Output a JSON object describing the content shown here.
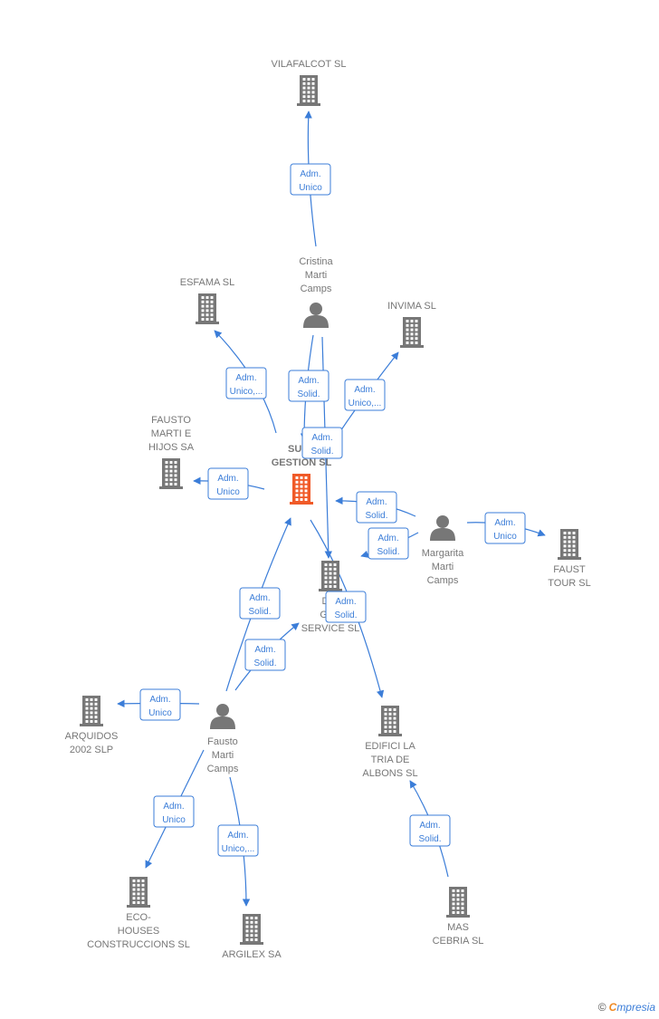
{
  "nodes": {
    "vilafalcot": {
      "lines": [
        "VILAFALCOT SL"
      ],
      "kind": "company",
      "color": "#777777"
    },
    "cristina": {
      "lines": [
        "Cristina",
        "Marti",
        "Camps"
      ],
      "kind": "person",
      "color": "#777777"
    },
    "esfama": {
      "lines": [
        "ESFAMA  SL"
      ],
      "kind": "company",
      "color": "#777777"
    },
    "invima": {
      "lines": [
        "INVIMA  SL"
      ],
      "kind": "company",
      "color": "#777777"
    },
    "fausto_hijos": {
      "lines": [
        "FAUSTO",
        "MARTI E",
        "HIJOS SA"
      ],
      "kind": "company",
      "color": "#777777"
    },
    "surf": {
      "lines": [
        "SURF",
        "GESTION  SL"
      ],
      "kind": "company",
      "color": "#f05a28"
    },
    "margarita": {
      "lines": [
        "Margarita",
        "Marti",
        "Camps"
      ],
      "kind": "person",
      "color": "#777777"
    },
    "faust_tour": {
      "lines": [
        "FAUST",
        "TOUR  SL"
      ],
      "kind": "company",
      "color": "#777777"
    },
    "dic": {
      "lines": [
        "DIC",
        "GLO",
        "SERVICE  SL"
      ],
      "kind": "company",
      "color": "#777777"
    },
    "arquidos": {
      "lines": [
        "ARQUIDOS",
        "2002 SLP"
      ],
      "kind": "company",
      "color": "#777777"
    },
    "fausto": {
      "lines": [
        "Fausto",
        "Marti",
        "Camps"
      ],
      "kind": "person",
      "color": "#777777"
    },
    "edifici": {
      "lines": [
        "EDIFICI LA",
        "TRIA DE",
        "ALBONS SL"
      ],
      "kind": "company",
      "color": "#777777"
    },
    "eco": {
      "lines": [
        "ECO-",
        "HOUSES",
        "CONSTRUCCIONS SL"
      ],
      "kind": "company",
      "color": "#777777"
    },
    "argilex": {
      "lines": [
        "ARGILEX SA"
      ],
      "kind": "company",
      "color": "#777777"
    },
    "mas_cebria": {
      "lines": [
        "MAS",
        "CEBRIA  SL"
      ],
      "kind": "company",
      "color": "#777777"
    }
  },
  "edges": [
    {
      "from": "cristina",
      "to": "vilafalcot",
      "role": [
        "Adm.",
        "Unico"
      ]
    },
    {
      "from": "surf",
      "to": "esfama",
      "role": [
        "Adm.",
        "Unico,..."
      ]
    },
    {
      "from": "cristina",
      "to": "surf",
      "role": [
        "Adm.",
        "Solid."
      ]
    },
    {
      "from": "surf",
      "to": "invima",
      "role": [
        "Adm.",
        "Unico,..."
      ]
    },
    {
      "from": "cristina",
      "to": "dic",
      "role": [
        "Adm.",
        "Solid."
      ]
    },
    {
      "from": "surf",
      "to": "fausto_hijos",
      "role": [
        "Adm.",
        "Unico"
      ]
    },
    {
      "from": "margarita",
      "to": "surf",
      "role": [
        "Adm.",
        "Solid."
      ]
    },
    {
      "from": "margarita",
      "to": "faust_tour",
      "role": [
        "Adm.",
        "Unico"
      ]
    },
    {
      "from": "margarita",
      "to": "dic",
      "role": [
        "Adm.",
        "Solid."
      ]
    },
    {
      "from": "surf",
      "to": "edifici",
      "role": [
        "Adm.",
        "Solid."
      ]
    },
    {
      "from": "fausto",
      "to": "surf",
      "role": [
        "Adm.",
        "Solid."
      ]
    },
    {
      "from": "fausto",
      "to": "dic",
      "role": [
        "Adm.",
        "Solid."
      ]
    },
    {
      "from": "fausto",
      "to": "arquidos",
      "role": [
        "Adm.",
        "Unico"
      ]
    },
    {
      "from": "fausto",
      "to": "eco",
      "role": [
        "Adm.",
        "Unico"
      ]
    },
    {
      "from": "fausto",
      "to": "argilex",
      "role": [
        "Adm.",
        "Unico,..."
      ]
    },
    {
      "from": "mas_cebria",
      "to": "edifici",
      "role": [
        "Adm.",
        "Solid."
      ]
    }
  ],
  "footer": {
    "copyright": "©",
    "brand_first": "C",
    "brand_rest": "mpresia"
  },
  "colors": {
    "edge": "#3b7dd8",
    "node": "#777777",
    "focus": "#f05a28"
  }
}
